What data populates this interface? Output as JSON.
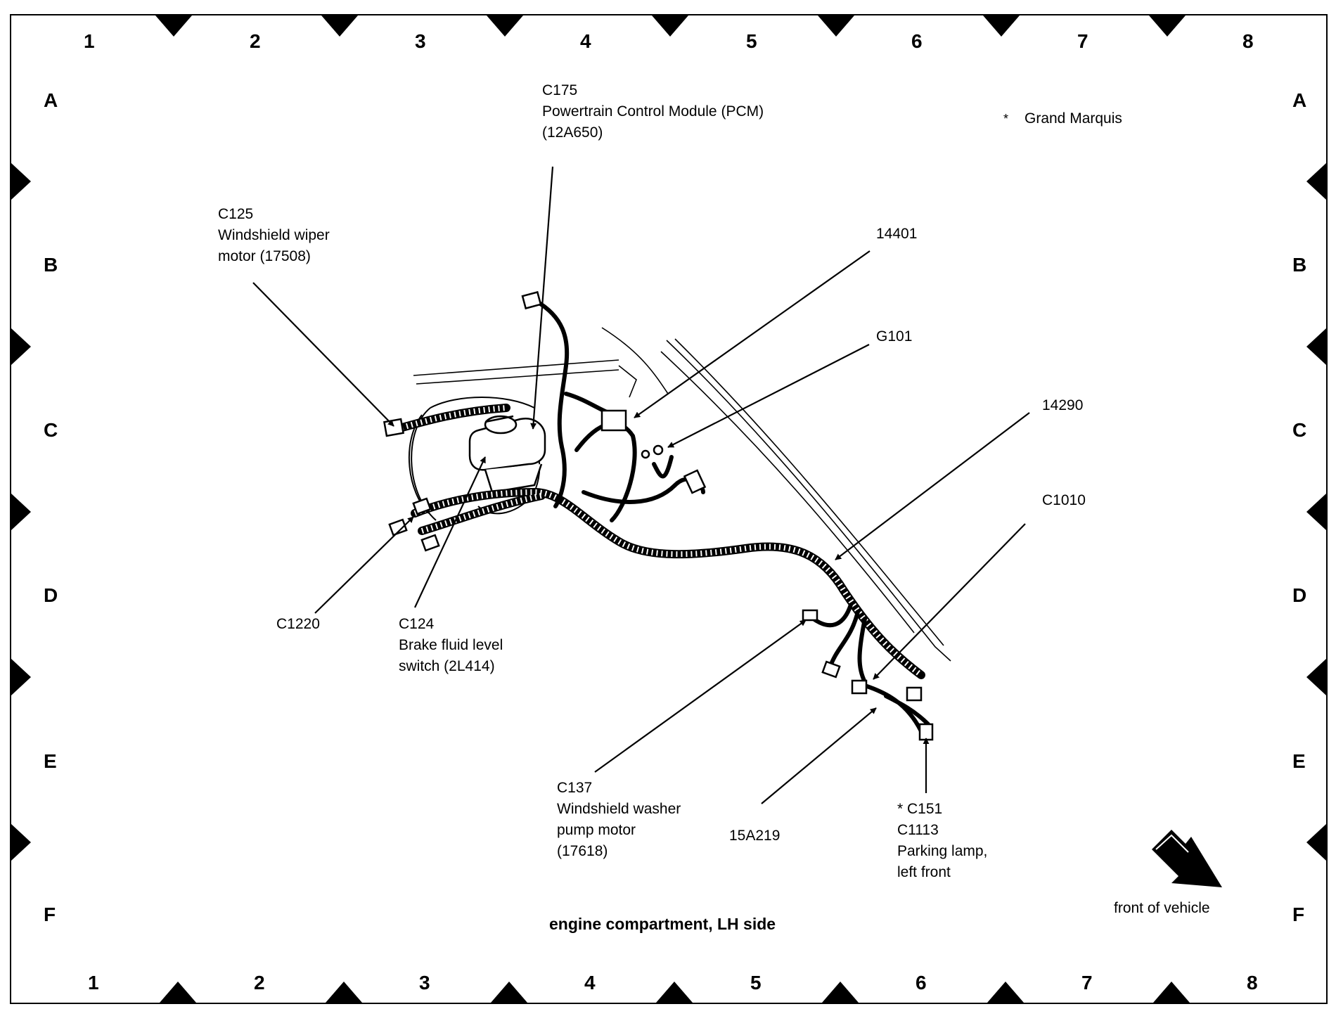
{
  "grid": {
    "columns": [
      "1",
      "2",
      "3",
      "4",
      "5",
      "6",
      "7",
      "8"
    ],
    "rows": [
      "A",
      "B",
      "C",
      "D",
      "E",
      "F"
    ]
  },
  "diagram_title": "engine compartment, LH side",
  "orientation_label": "front of vehicle",
  "footnote": {
    "marker": "*",
    "text": "Grand Marquis"
  },
  "callouts": [
    {
      "id": "c175",
      "lines": [
        "C175",
        "Powertrain Control Module (PCM)",
        "(12A650)"
      ]
    },
    {
      "id": "c125",
      "lines": [
        "C125",
        "Windshield wiper",
        "motor (17508)"
      ]
    },
    {
      "id": "h14401",
      "lines": [
        "14401"
      ]
    },
    {
      "id": "g101",
      "lines": [
        "G101"
      ]
    },
    {
      "id": "h14290",
      "lines": [
        "14290"
      ]
    },
    {
      "id": "c1010",
      "lines": [
        "C1010"
      ]
    },
    {
      "id": "c1220",
      "lines": [
        "C1220"
      ]
    },
    {
      "id": "c124",
      "lines": [
        "C124",
        "Brake fluid level",
        "switch (2L414)"
      ]
    },
    {
      "id": "c137",
      "lines": [
        "C137",
        "Windshield washer",
        "pump motor",
        "(17618)"
      ]
    },
    {
      "id": "h15a219",
      "lines": [
        "15A219"
      ]
    },
    {
      "id": "c151",
      "lines": [
        "* C151",
        "C1113",
        "Parking lamp,",
        "left front"
      ]
    }
  ]
}
